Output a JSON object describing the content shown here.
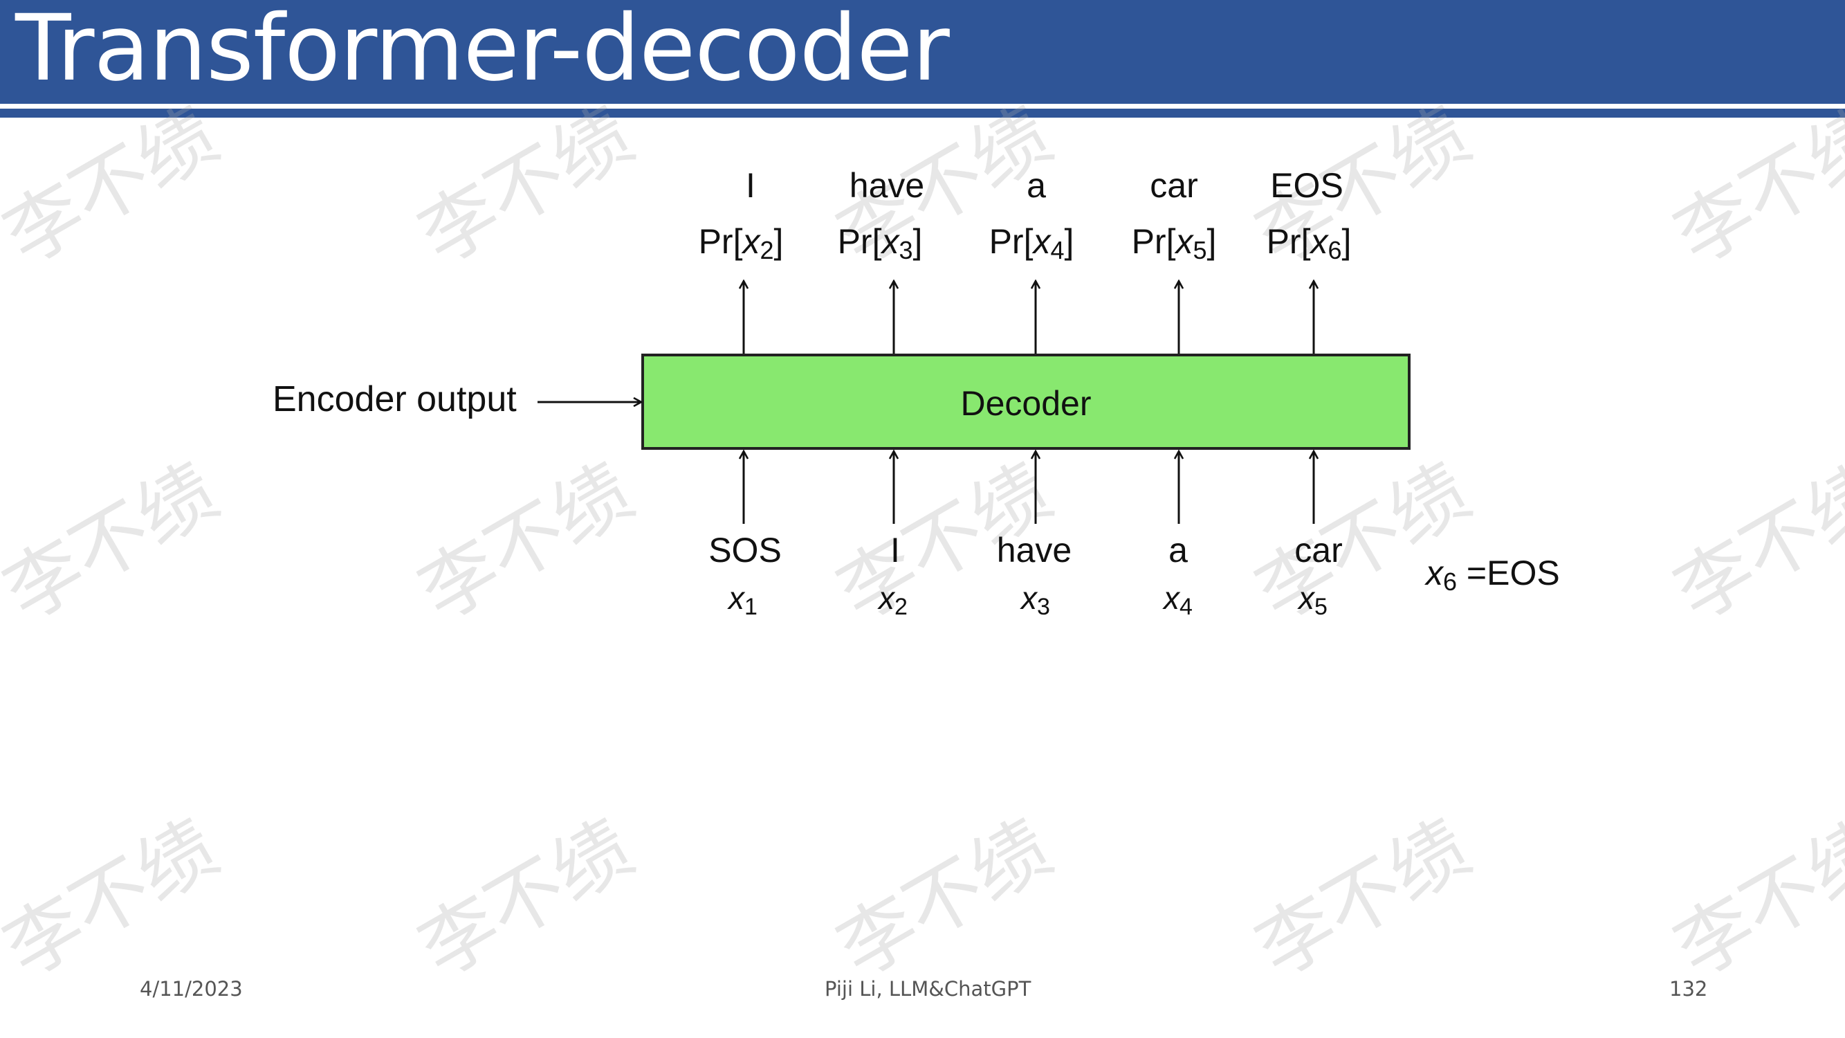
{
  "slide": {
    "title": "Transformer-decoder",
    "footer_date": "4/11/2023",
    "footer_author": "Piji Li, LLM&ChatGPT",
    "footer_page": "132",
    "watermark": "李不绩"
  },
  "diagram": {
    "encoder_label": "Encoder output",
    "decoder_label": "Decoder",
    "decoder_color": "#88e86f",
    "outputs": [
      {
        "word": "I",
        "prob_pre": "Pr[",
        "var": "x",
        "sub": "2",
        "prob_post": "]"
      },
      {
        "word": "have",
        "prob_pre": "Pr[",
        "var": "x",
        "sub": "3",
        "prob_post": "]"
      },
      {
        "word": "a",
        "prob_pre": "Pr[",
        "var": "x",
        "sub": "4",
        "prob_post": "]"
      },
      {
        "word": "car",
        "prob_pre": "Pr[",
        "var": "x",
        "sub": "5",
        "prob_post": "]"
      },
      {
        "word": "EOS",
        "prob_pre": "Pr[",
        "var": "x",
        "sub": "6",
        "prob_post": "]"
      }
    ],
    "inputs": [
      {
        "word": "SOS",
        "var": "x",
        "sub": "1"
      },
      {
        "word": "I",
        "var": "x",
        "sub": "2"
      },
      {
        "word": "have",
        "var": "x",
        "sub": "3"
      },
      {
        "word": "a",
        "var": "x",
        "sub": "4"
      },
      {
        "word": "car",
        "var": "x",
        "sub": "5"
      }
    ],
    "eos_note": {
      "var": "x",
      "sub": "6",
      "rest": " =EOS"
    }
  }
}
